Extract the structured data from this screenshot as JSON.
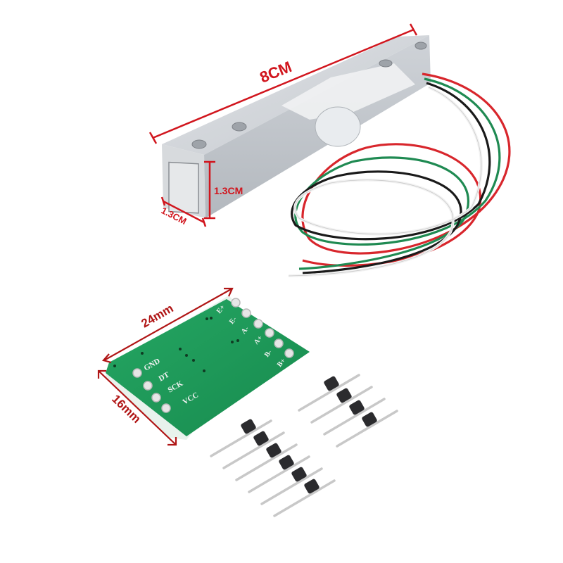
{
  "image": {
    "description": "Product photo: aluminum bar load cell with four wires, HX711 amplifier breakout board and two pin headers",
    "background": "#ffffff"
  },
  "load_cell": {
    "length_label": "8CM",
    "height_label": "1.3CM",
    "width_label": "1.3CM",
    "wire_colors": {
      "red": "#d8262c",
      "black": "#1a1a1a",
      "white": "#f2f2f2",
      "green": "#1f8a52"
    }
  },
  "board": {
    "length_label": "24mm",
    "width_label": "16mm",
    "color": "#1f9a5a",
    "left_pins": [
      "GND",
      "DT",
      "SCK",
      "VCC"
    ],
    "right_pins": [
      "E+",
      "E-",
      "A-",
      "A+",
      "B-",
      "B+"
    ]
  },
  "headers": {
    "short_header_pins": 4,
    "long_header_pins": 6
  },
  "colors": {
    "dimension_red": "#d1151d",
    "dimension_darkred": "#b01515",
    "aluminum": "#c9ccd0",
    "pcb_green": "#1f9a5a",
    "header_black": "#2b2b2e",
    "pin_silver": "#c8c8c8"
  }
}
